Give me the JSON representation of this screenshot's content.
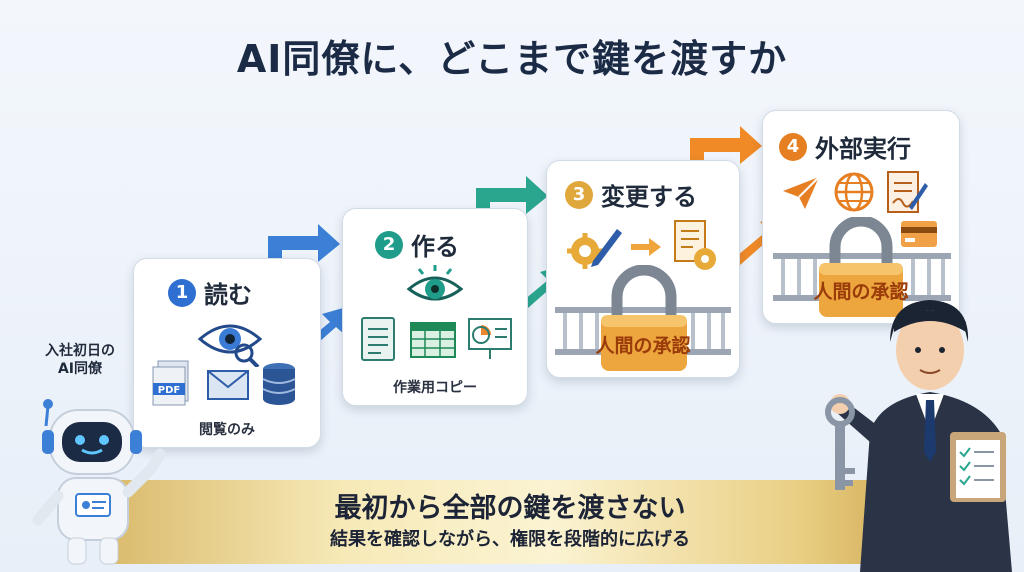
{
  "title": "AI同僚に、どこまで鍵を渡すか",
  "robot": {
    "caption_line1": "入社初日の",
    "caption_line2": "AI同僚"
  },
  "stages": [
    {
      "number": "1",
      "label": "読む",
      "sub_label": "閲覧のみ",
      "color": "#2f6fd1",
      "icons": [
        "eye-magnifier-icon",
        "pdf-file-icon",
        "mail-icon",
        "database-icon"
      ]
    },
    {
      "number": "2",
      "label": "作る",
      "sub_label": "作業用コピー",
      "color": "#1f9c8a",
      "icons": [
        "eye-icon",
        "document-icon",
        "spreadsheet-icon",
        "presentation-icon"
      ]
    },
    {
      "number": "3",
      "label": "変更する",
      "lock_label": "人間の承認",
      "color": "#e0a83c",
      "icons": [
        "gear-pen-icon",
        "arrow-icon",
        "document-gear-icon",
        "padlock-icon",
        "barrier-icon"
      ]
    },
    {
      "number": "4",
      "label": "外部実行",
      "lock_label": "人間の承認",
      "color": "#e67f22",
      "icons": [
        "send-icon",
        "globe-icon",
        "contract-icon",
        "credit-card-icon",
        "padlock-icon",
        "barrier-icon"
      ]
    }
  ],
  "banner": {
    "main": "最初から全部の鍵を渡さない",
    "sub": "結果を確認しながら、権限を段階的に広げる"
  },
  "colors": {
    "arrow_blue": "#3b7fd6",
    "arrow_teal": "#2aa68f",
    "arrow_orange": "#f08a26",
    "lock_gold": "#e9a53c"
  }
}
